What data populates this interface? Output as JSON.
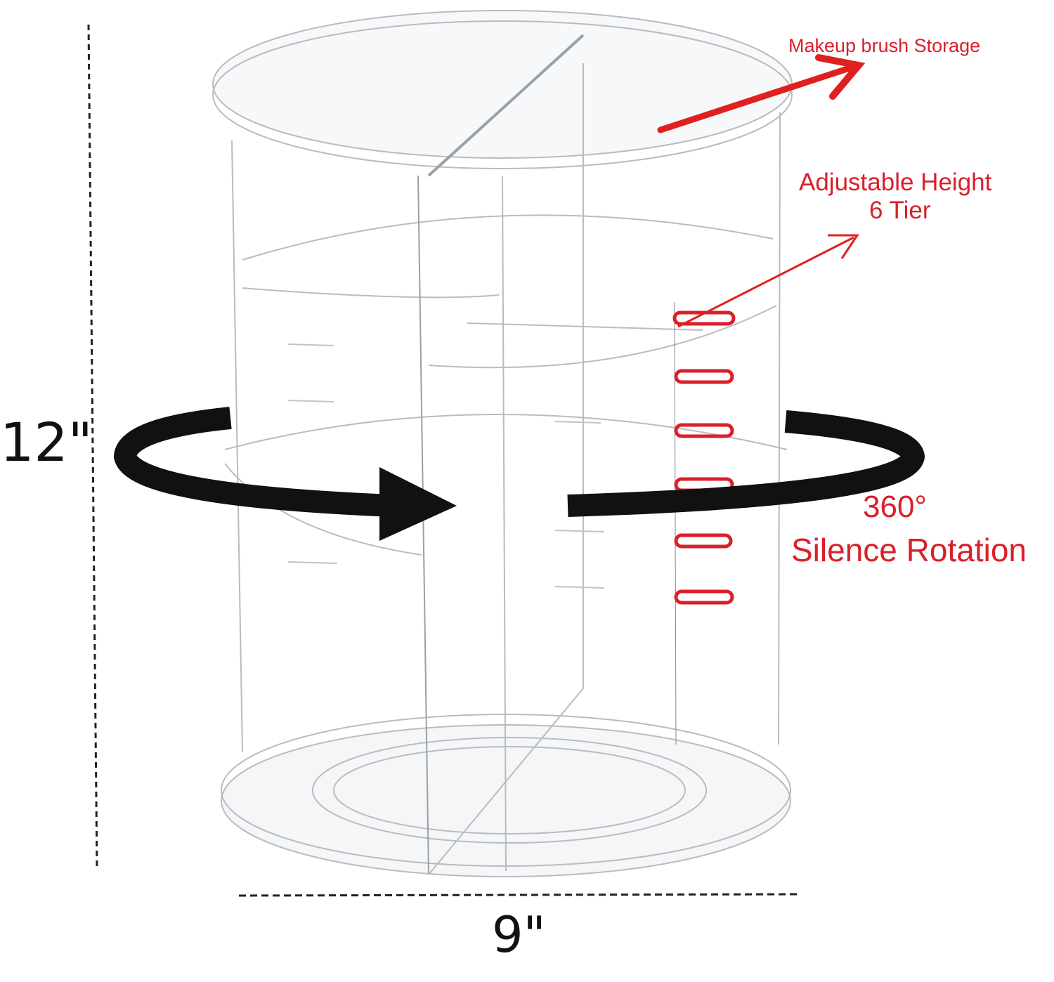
{
  "annotations": {
    "brush_storage": "Makeup brush Storage",
    "adjustable_height": "Adjustable Height",
    "tier_count": "6 Tier",
    "rotation_degrees": "360°",
    "rotation_label": "Silence Rotation"
  },
  "dimensions": {
    "height": "12\"",
    "width": "9\""
  },
  "colors": {
    "annotation": "#d9202a",
    "rotation_arrow": "#111111",
    "acrylic_outline": "#b8bcc0"
  },
  "icons": [
    "rotation-arrow-icon",
    "pointer-arrow-icon",
    "slot-marker-icon"
  ]
}
